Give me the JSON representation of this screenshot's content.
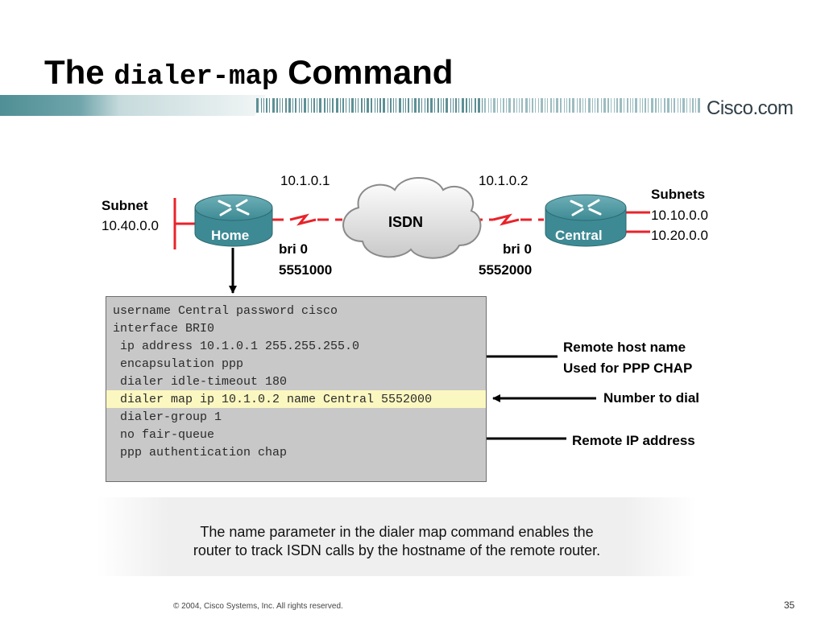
{
  "slide": {
    "title_prefix": "The",
    "title_command": "dialer-map",
    "title_suffix": "Command",
    "logo_text": "Cisco.com",
    "footer": "© 2004, Cisco Systems, Inc. All rights reserved.",
    "page_number": "35"
  },
  "diagram": {
    "home_router": {
      "label": "Home",
      "subnet_heading": "Subnet",
      "subnet": "10.40.0.0",
      "ip": "10.1.0.1",
      "interface": "bri 0",
      "number": "5551000"
    },
    "central_router": {
      "label": "Central",
      "subnets_heading": "Subnets",
      "subnets": [
        "10.10.0.0",
        "10.20.0.0"
      ],
      "ip": "10.1.0.2",
      "interface": "bri 0",
      "number": "5552000"
    },
    "cloud_label": "ISDN",
    "config_lines": [
      "username Central password cisco",
      "interface BRI0",
      " ip address 10.1.0.1 255.255.255.0",
      " encapsulation ppp",
      " dialer idle-timeout 180",
      " dialer map ip 10.1.0.2 name Central 5552000",
      " dialer-group 1",
      " no fair-queue",
      " ppp authentication chap"
    ],
    "callouts": {
      "remote_host_line1": "Remote host name",
      "remote_host_line2": "Used for PPP CHAP",
      "number_to_dial": "Number to dial",
      "remote_ip": "Remote IP address"
    },
    "colors": {
      "router": "#3d8a94",
      "link": "#e8232a",
      "highlight": "#fbf7c0",
      "config_bg": "#c8c8c8"
    }
  },
  "caption": {
    "line1": "The name parameter in the dialer map command enables the",
    "line2": "router to track ISDN calls by the hostname of the remote router."
  }
}
